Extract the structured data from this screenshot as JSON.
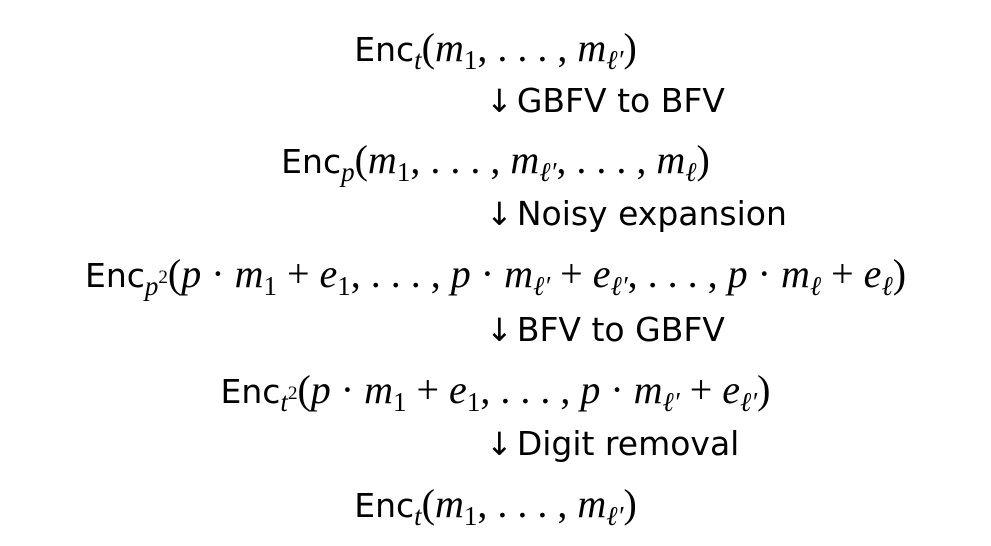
{
  "lines": [
    {
      "kind": "expr",
      "name": "enc-t-initial",
      "tokens": [
        {
          "s": "sf",
          "t": "Enc"
        },
        {
          "s": "sub",
          "t": "t"
        },
        {
          "s": "rm",
          "t": "("
        },
        {
          "s": "it",
          "t": "m"
        },
        {
          "s": "sub",
          "t": "1",
          "up": true
        },
        {
          "s": "rm",
          "t": ", . . . , "
        },
        {
          "s": "it",
          "t": "m"
        },
        {
          "s": "sub",
          "t": "ℓ′"
        },
        {
          "s": "rm",
          "t": ")"
        }
      ]
    },
    {
      "kind": "step",
      "name": "step-gbfv-to-bfv",
      "arrow": "↓",
      "label": "GBFV to BFV"
    },
    {
      "kind": "expr",
      "name": "enc-p",
      "tokens": [
        {
          "s": "sf",
          "t": "Enc"
        },
        {
          "s": "sub",
          "t": "p"
        },
        {
          "s": "rm",
          "t": "("
        },
        {
          "s": "it",
          "t": "m"
        },
        {
          "s": "sub",
          "t": "1",
          "up": true
        },
        {
          "s": "rm",
          "t": ", . . . , "
        },
        {
          "s": "it",
          "t": "m"
        },
        {
          "s": "sub",
          "t": "ℓ′"
        },
        {
          "s": "rm",
          "t": ", . . . , "
        },
        {
          "s": "it",
          "t": "m"
        },
        {
          "s": "sub",
          "t": "ℓ"
        },
        {
          "s": "rm",
          "t": ")"
        }
      ]
    },
    {
      "kind": "step",
      "name": "step-noisy-expansion",
      "arrow": "↓",
      "label": "Noisy expansion"
    },
    {
      "kind": "expr",
      "name": "enc-p-squared",
      "tokens": [
        {
          "s": "sf",
          "t": "Enc"
        },
        {
          "s": "sub",
          "t": "p",
          "sup": "2"
        },
        {
          "s": "rm",
          "t": "("
        },
        {
          "s": "it",
          "t": "p"
        },
        {
          "s": "rm",
          "t": " · "
        },
        {
          "s": "it",
          "t": "m"
        },
        {
          "s": "sub",
          "t": "1",
          "up": true
        },
        {
          "s": "rm",
          "t": " + "
        },
        {
          "s": "it",
          "t": "e"
        },
        {
          "s": "sub",
          "t": "1",
          "up": true
        },
        {
          "s": "rm",
          "t": ", . . . , "
        },
        {
          "s": "it",
          "t": "p"
        },
        {
          "s": "rm",
          "t": " · "
        },
        {
          "s": "it",
          "t": "m"
        },
        {
          "s": "sub",
          "t": "ℓ′"
        },
        {
          "s": "rm",
          "t": " + "
        },
        {
          "s": "it",
          "t": "e"
        },
        {
          "s": "sub",
          "t": "ℓ′"
        },
        {
          "s": "rm",
          "t": ", . . . , "
        },
        {
          "s": "it",
          "t": "p"
        },
        {
          "s": "rm",
          "t": " · "
        },
        {
          "s": "it",
          "t": "m"
        },
        {
          "s": "sub",
          "t": "ℓ"
        },
        {
          "s": "rm",
          "t": " + "
        },
        {
          "s": "it",
          "t": "e"
        },
        {
          "s": "sub",
          "t": "ℓ"
        },
        {
          "s": "rm",
          "t": ")"
        }
      ]
    },
    {
      "kind": "step",
      "name": "step-bfv-to-gbfv",
      "arrow": "↓",
      "label": "BFV to GBFV"
    },
    {
      "kind": "expr",
      "name": "enc-t-squared",
      "tokens": [
        {
          "s": "sf",
          "t": "Enc"
        },
        {
          "s": "sub",
          "t": "t",
          "sup": "2"
        },
        {
          "s": "rm",
          "t": "("
        },
        {
          "s": "it",
          "t": "p"
        },
        {
          "s": "rm",
          "t": " · "
        },
        {
          "s": "it",
          "t": "m"
        },
        {
          "s": "sub",
          "t": "1",
          "up": true
        },
        {
          "s": "rm",
          "t": " + "
        },
        {
          "s": "it",
          "t": "e"
        },
        {
          "s": "sub",
          "t": "1",
          "up": true
        },
        {
          "s": "rm",
          "t": ", . . . , "
        },
        {
          "s": "it",
          "t": "p"
        },
        {
          "s": "rm",
          "t": " · "
        },
        {
          "s": "it",
          "t": "m"
        },
        {
          "s": "sub",
          "t": "ℓ′"
        },
        {
          "s": "rm",
          "t": " + "
        },
        {
          "s": "it",
          "t": "e"
        },
        {
          "s": "sub",
          "t": "ℓ′"
        },
        {
          "s": "rm",
          "t": ")"
        }
      ]
    },
    {
      "kind": "step",
      "name": "step-digit-removal",
      "arrow": "↓",
      "label": "Digit removal"
    },
    {
      "kind": "expr",
      "name": "enc-t-final",
      "tokens": [
        {
          "s": "sf",
          "t": "Enc"
        },
        {
          "s": "sub",
          "t": "t"
        },
        {
          "s": "rm",
          "t": "("
        },
        {
          "s": "it",
          "t": "m"
        },
        {
          "s": "sub",
          "t": "1",
          "up": true
        },
        {
          "s": "rm",
          "t": ", . . . , "
        },
        {
          "s": "it",
          "t": "m"
        },
        {
          "s": "sub",
          "t": "ℓ′"
        },
        {
          "s": "rm",
          "t": ")"
        }
      ]
    }
  ]
}
